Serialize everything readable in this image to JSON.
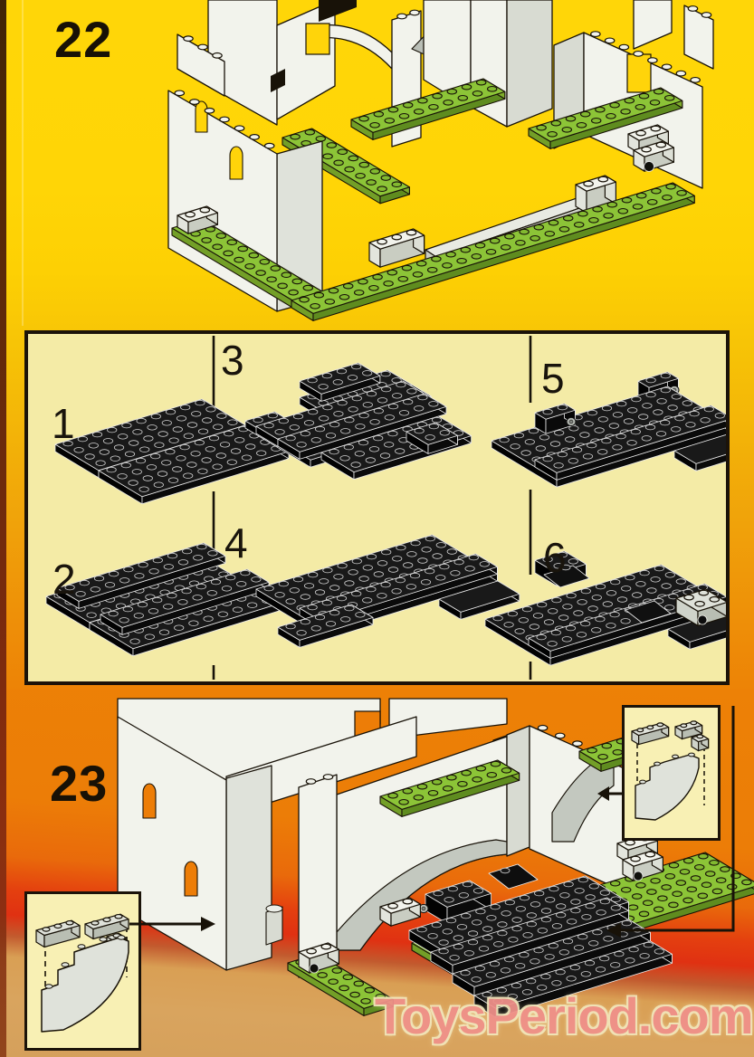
{
  "steps": [
    {
      "number": "22"
    },
    {
      "number": "23"
    }
  ],
  "parts_box": {
    "items": [
      {
        "number": "1"
      },
      {
        "number": "2"
      },
      {
        "number": "3"
      },
      {
        "number": "4"
      },
      {
        "number": "5"
      },
      {
        "number": "6"
      }
    ]
  },
  "watermark": {
    "text": "ToysPeriod.com"
  },
  "colors": {
    "page_yellow": "#ffd406",
    "page_orange": "#ed8106",
    "band_red": "#e03112",
    "sand_tan": "#d9a45e",
    "panel_cream": "#f4eba6",
    "inset_cream": "#f8f0b4",
    "brick_black": "#191919",
    "brick_white": "#f2f3ec",
    "brick_gray": "#dfe2da",
    "baseplate_green": "#8cc437",
    "outline_black": "#181208",
    "watermark_pink": "#f0918a"
  }
}
